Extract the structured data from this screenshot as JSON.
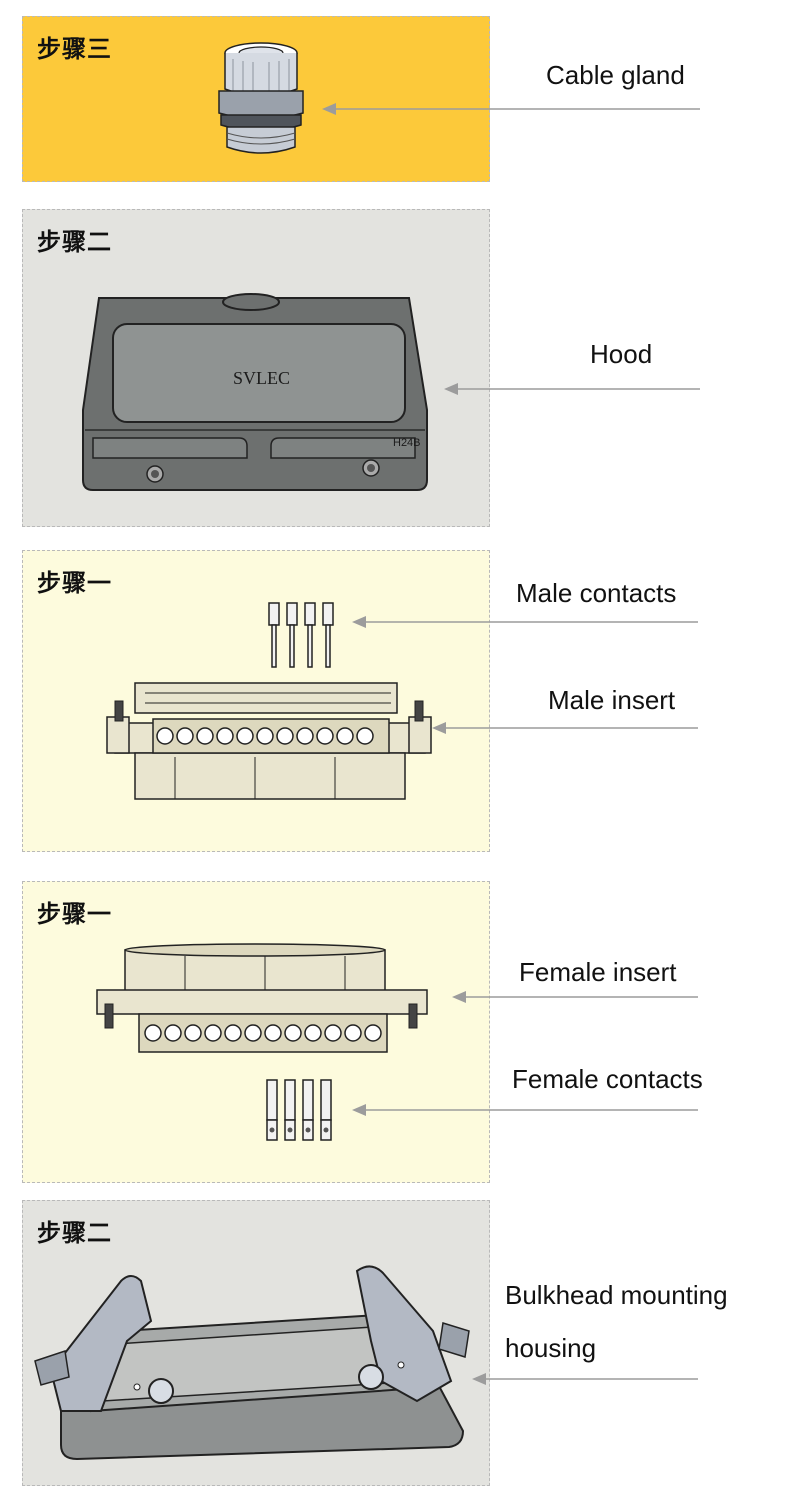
{
  "panels": [
    {
      "step_label": "步骤三",
      "bg": "#fcc93a",
      "part": "Cable gland"
    },
    {
      "step_label": "步骤二",
      "bg": "#e3e3df",
      "part": "Hood",
      "brand": "SVLEC",
      "model": "H24B"
    },
    {
      "step_label": "步骤一",
      "bg": "#fdfbdd",
      "parts": [
        "Male contacts",
        "Male insert"
      ]
    },
    {
      "step_label": "步骤一",
      "bg": "#fdfbdd",
      "parts": [
        "Female insert",
        "Female contacts"
      ]
    },
    {
      "step_label": "步骤二",
      "bg": "#e3e3df",
      "part_lines": [
        "Bulkhead mounting",
        "housing"
      ]
    }
  ],
  "colors": {
    "arrow": "#9c9c9c",
    "hood": "#6d706f",
    "insert": "#e9e5cf",
    "metal": "#b3b9c4"
  }
}
